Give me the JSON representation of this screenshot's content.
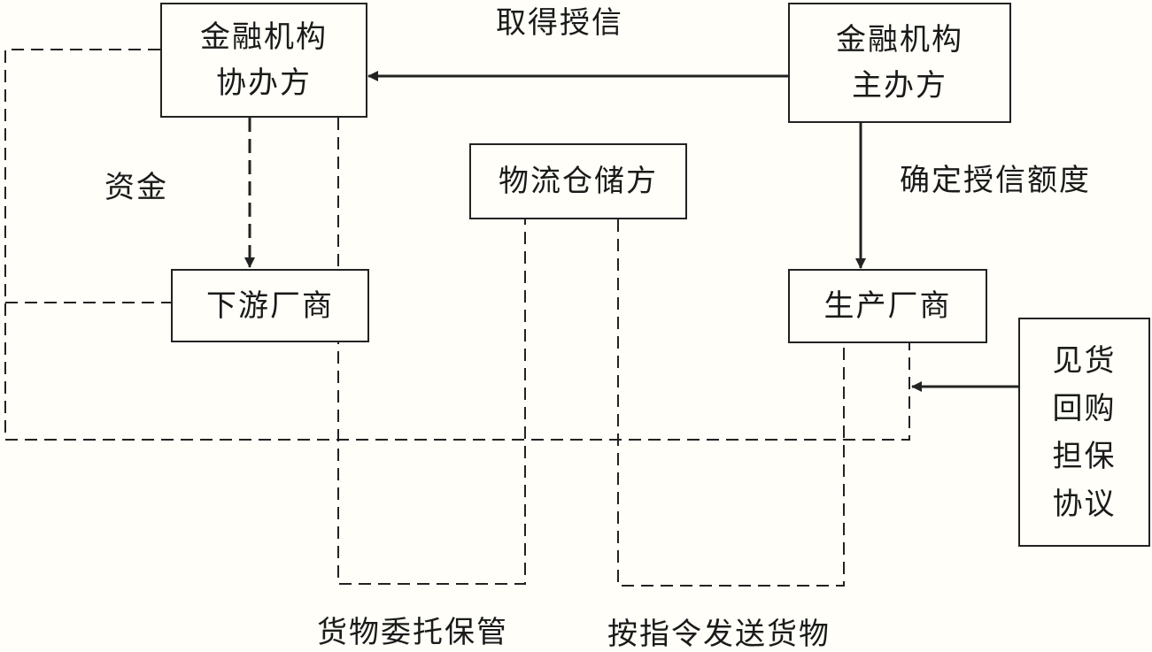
{
  "nodes": {
    "fin_co": {
      "lines": [
        "金融机构",
        "协办方"
      ]
    },
    "fin_main": {
      "lines": [
        "金融机构",
        "主办方"
      ]
    },
    "logistics": {
      "lines": [
        "物流仓储方"
      ]
    },
    "downstream": {
      "lines": [
        "下游厂商"
      ]
    },
    "manufacturer": {
      "lines": [
        "生产厂商"
      ]
    },
    "agreement": {
      "lines": [
        "见货",
        "回购",
        "担保",
        "协议"
      ]
    }
  },
  "edges": {
    "credit": "取得授信",
    "funds": "资金",
    "credit_limit": "确定授信额度",
    "entrust": "货物委托保管",
    "ship": "按指令发送货物"
  },
  "colors": {
    "line": "#222222",
    "background": "#fffef8"
  }
}
